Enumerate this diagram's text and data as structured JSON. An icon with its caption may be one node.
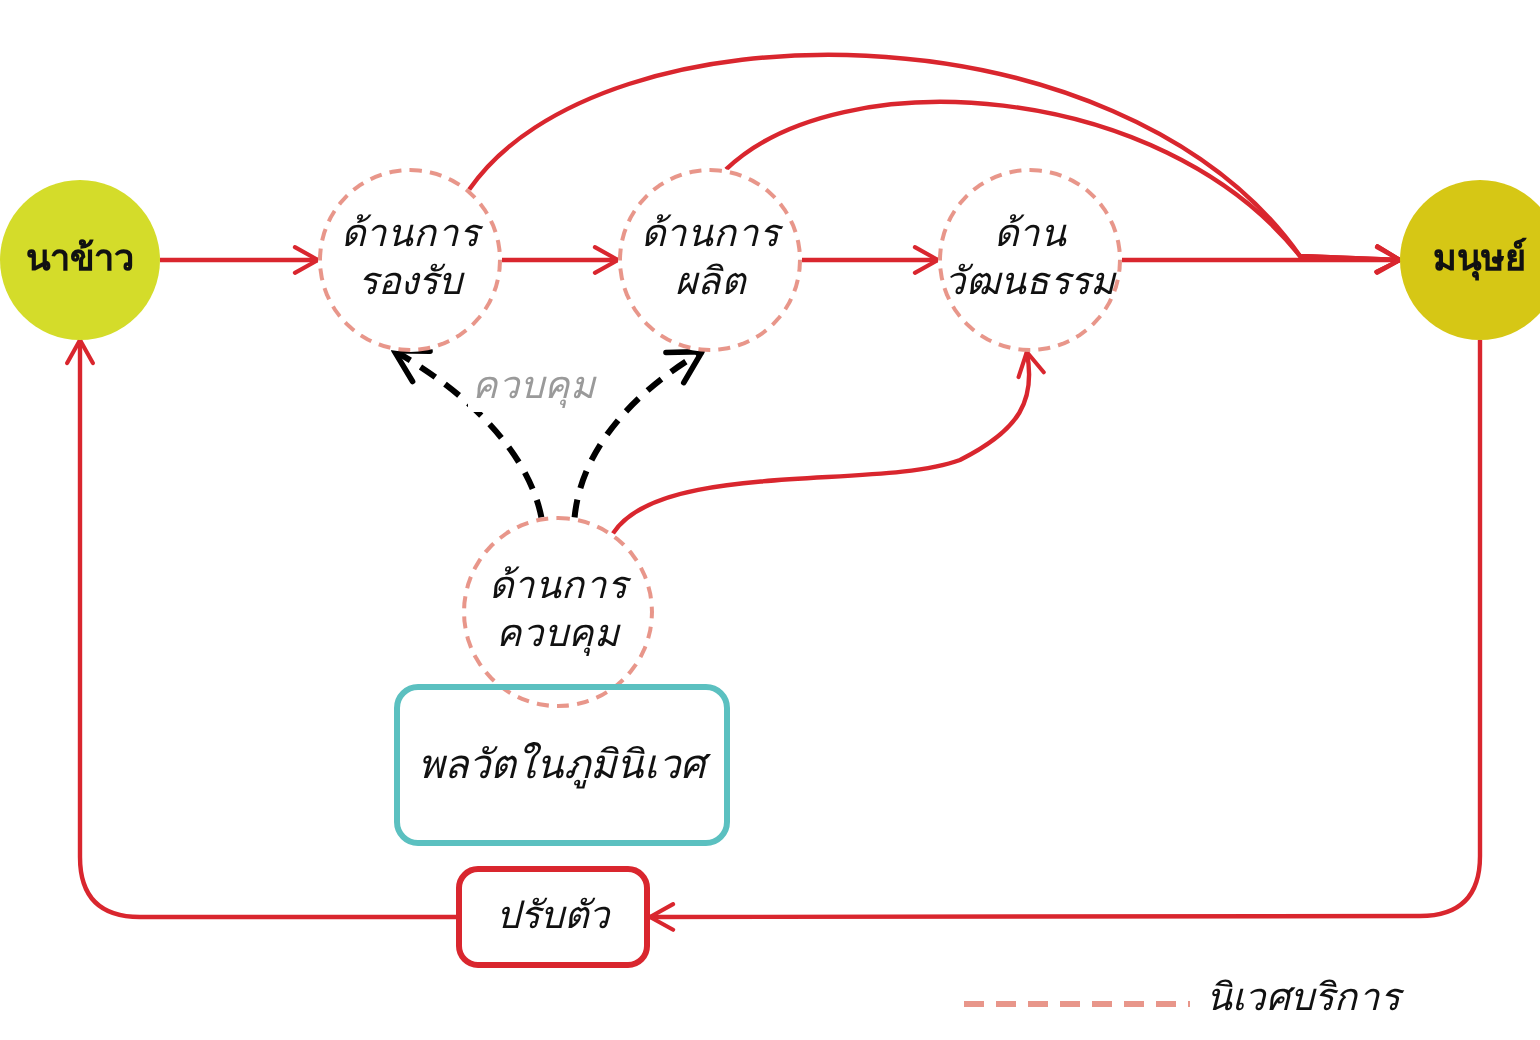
{
  "diagram": {
    "nodes": [
      {
        "text": [
          "นาข้าว"
        ]
      },
      {
        "text": [
          "ด้านการ รองรับ"
        ]
      },
      {
        "text": [
          "ด้านการ ผลิต"
        ]
      },
      {
        "text": [
          "ด้าน วัฒนธรรม"
        ]
      },
      {
        "text": [
          "มนุษย์"
        ]
      },
      {
        "text": [
          "ด้านการ ควบคุม"
        ]
      },
      {
        "text": [
          "พลวัตในภูมินิเวศ"
        ]
      },
      {
        "text": [
          "ปรับตัว"
        ]
      }
    ],
    "edges": [
      {
        "from": 0,
        "to": 1,
        "arrow": "to"
      },
      {
        "from": 1,
        "to": 2,
        "arrow": "to"
      },
      {
        "from": 2,
        "to": 3,
        "arrow": "to"
      },
      {
        "from": 3,
        "to": 4,
        "arrow": "to"
      },
      {
        "from": 1,
        "to": 4,
        "arrow": "to"
      },
      {
        "from": 2,
        "to": 4,
        "arrow": "to"
      },
      {
        "from": 5,
        "to": 1,
        "arrow": "to",
        "style": "dashed",
        "color": "#000000",
        "label": "ควบคุม"
      },
      {
        "from": 5,
        "to": 2,
        "arrow": "to",
        "style": "dashed",
        "color": "#000000"
      },
      {
        "from": 5,
        "to": 3,
        "arrow": "to"
      },
      {
        "from": 4,
        "to": 7,
        "arrow": "to"
      },
      {
        "from": 7,
        "to": 0,
        "arrow": "to"
      }
    ],
    "legend": [
      {
        "text": "นิเวศบริการ"
      }
    ]
  }
}
